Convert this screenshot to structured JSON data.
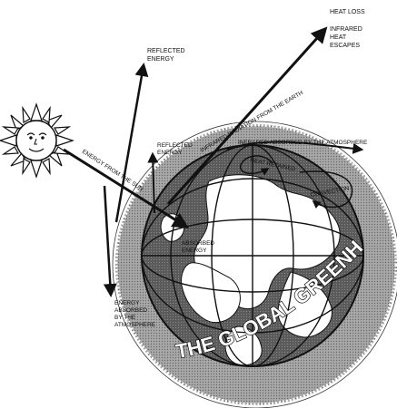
{
  "title": "THE GLOBAL GREENHOUSE",
  "labels": {
    "heat_loss": "HEAT LOSS",
    "infrared_heat_escapes_1": "INFRARED",
    "infrared_heat_escapes_2": "HEAT",
    "infrared_heat_escapes_3": "ESCAPES",
    "reflected_energy_outer_1": "REFLECTED",
    "reflected_energy_outer_2": "ENERGY",
    "reflected_energy_inner_1": "REFLECTED",
    "reflected_energy_inner_2": "ENERGY",
    "energy_from_sun": "ENERGY FROM THE SUN",
    "infrared_radiation": "INFRARED RADIATION FROM THE EARTH",
    "infrared_absorbed": "INFRARED ABSORBED BY THE ATMOSPHERE",
    "heat_retained": "HEAT RETAINED",
    "convection": "CONVECTION",
    "absorbed_energy_1": "ABSORBED",
    "absorbed_energy_2": "ENERGY",
    "absorbed_atm_1": "ENERGY",
    "absorbed_atm_2": "ABSORBED",
    "absorbed_atm_3": "BY THE",
    "absorbed_atm_4": "ATMOSPHERE"
  },
  "colors": {
    "atmosphere": "#9a9a9a",
    "earth_land": "#ffffff",
    "earth_ocean": "#555555",
    "ink": "#111111"
  }
}
